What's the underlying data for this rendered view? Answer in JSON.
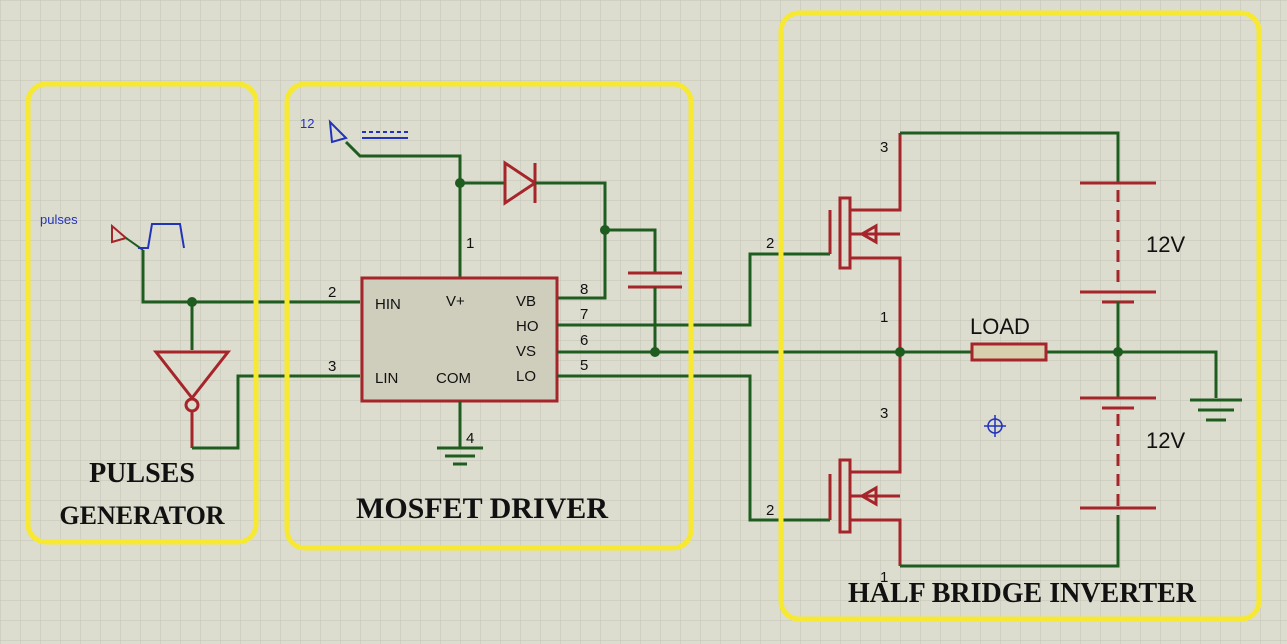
{
  "blocks": {
    "pulses_generator_line1": "PULSES",
    "pulses_generator_line2": "GENERATOR",
    "mosfet_driver": "MOSFET DRIVER",
    "half_bridge_inverter": "HALF BRIDGE INVERTER"
  },
  "terminals": {
    "pulses": "pulses",
    "vcc": "12"
  },
  "driver_ic": {
    "pins_left": [
      "HIN",
      "LIN"
    ],
    "pins_top": [
      "V+"
    ],
    "pins_bottom": [
      "COM"
    ],
    "pins_right": [
      "VB",
      "HO",
      "VS",
      "LO"
    ],
    "pin_numbers": {
      "hin": "2",
      "lin": "3",
      "vplus": "1",
      "com": "4",
      "vb": "8",
      "ho": "7",
      "vs": "6",
      "lo": "5"
    }
  },
  "mosfets": {
    "high_gate": "2",
    "high_drain": "3",
    "high_source": "1",
    "low_gate": "2",
    "low_drain": "3",
    "low_source": "1"
  },
  "load": "LOAD",
  "batteries": [
    "12V",
    "12V"
  ],
  "colors": {
    "background": "#dcdccf",
    "grid": "#c3c3b6",
    "wire": "#1f5c1f",
    "component": "#a5252a",
    "highlight": "#f7e932",
    "terminal_label": "#2233bb"
  }
}
